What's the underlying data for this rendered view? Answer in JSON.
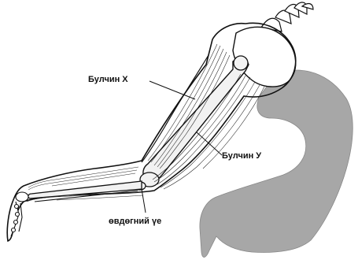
{
  "labels": {
    "muscle_x": "Булчин X",
    "muscle_y": "Булчин У",
    "knee_joint": "өвдөгний үе"
  },
  "colors": {
    "background": "#ffffff",
    "outline": "#111111",
    "silhouette_fill": "#a7a7a7",
    "bone_fill": "#f2f2f2"
  }
}
